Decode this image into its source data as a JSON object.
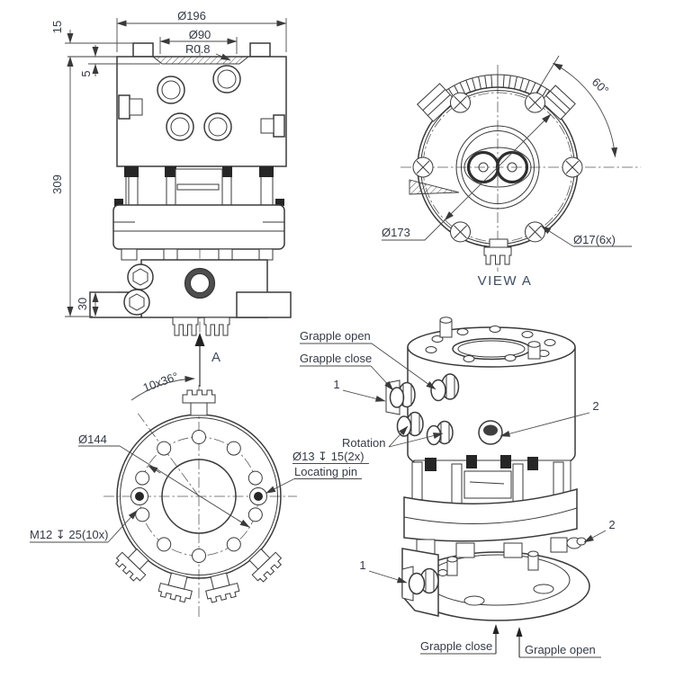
{
  "colors": {
    "line": "#3a3a3a",
    "thin_line": "#4a4a4a",
    "text": "#343b46",
    "section_text": "#3f4c63",
    "dark_fill": "#262626",
    "background": "#ffffff"
  },
  "front_view": {
    "dim_dia196": "Ø196",
    "dim_dia90": "Ø90",
    "dim_r08": "R0.8",
    "dim_15": "15",
    "dim_5": "5",
    "dim_309": "309",
    "dim_30": "30",
    "section_arrow_label": "A"
  },
  "view_a": {
    "title": "VIEW A",
    "dim_angle60": "60°",
    "dim_dia173": "Ø173",
    "dim_dia17": "Ø17(6x)"
  },
  "bottom_view": {
    "dim_bolt_pattern": "10x36°",
    "dim_dia144": "Ø144",
    "dim_m12": "M12 ↧ 25(10x)",
    "dim_dia13": "Ø13 ↧ 15(2x)",
    "label_locating_pin": "Locating pin"
  },
  "iso_view": {
    "label_grapple_open_top": "Grapple open",
    "label_grapple_close_top": "Grapple close",
    "callout_1_top": "1",
    "label_rotation": "Rotation",
    "callout_2_mid": "2",
    "callout_2_low": "2",
    "callout_1_low": "1",
    "label_grapple_close_bottom": "Grapple close",
    "label_grapple_open_bottom": "Grapple open"
  }
}
